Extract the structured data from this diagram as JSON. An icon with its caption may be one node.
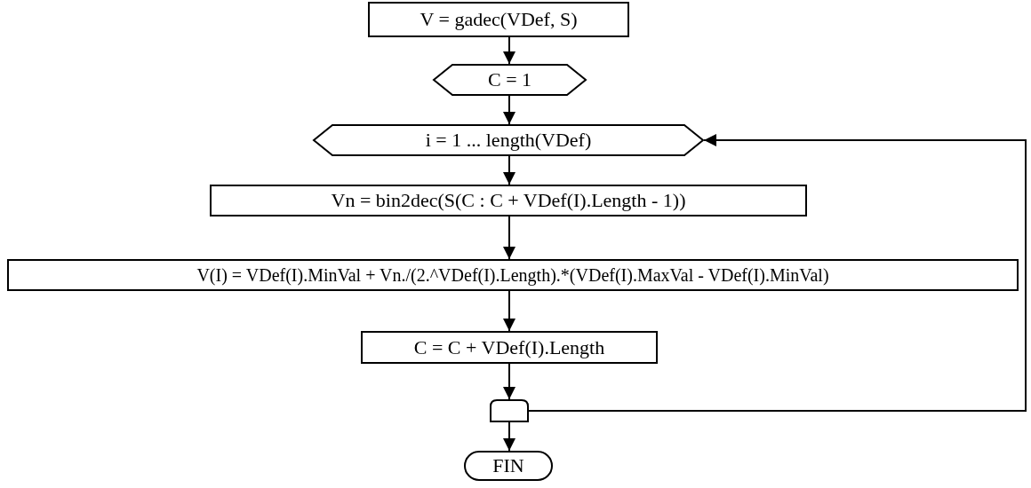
{
  "diagram": {
    "nodes": [
      {
        "text": [
          "V = gadec(VDef, S)"
        ]
      },
      {
        "text": [
          "C = 1"
        ]
      },
      {
        "text": [
          "i = 1 ... length(VDef)"
        ]
      },
      {
        "text": [
          "Vn = bin2dec(S(C : C + VDef(I).Length - 1))"
        ]
      },
      {
        "text": [
          "V(I) = VDef(I).MinVal + Vn./(2.^VDef(I).Length).*(VDef(I).MaxVal - VDef(I).MinVal)"
        ]
      },
      {
        "text": [
          "C = C + VDef(I).Length"
        ]
      },
      {
        "text": [],
        "shape": "box"
      },
      {
        "text": [
          "FIN"
        ]
      }
    ],
    "edges": [
      {
        "from": 0,
        "to": 1,
        "arrow": "to"
      },
      {
        "from": 1,
        "to": 2,
        "arrow": "to"
      },
      {
        "from": 2,
        "to": 3,
        "arrow": "to"
      },
      {
        "from": 3,
        "to": 4,
        "arrow": "to"
      },
      {
        "from": 4,
        "to": 5,
        "arrow": "to"
      },
      {
        "from": 5,
        "to": 6,
        "arrow": "to"
      },
      {
        "from": 6,
        "to": 2,
        "arrow": "to"
      },
      {
        "from": 6,
        "to": 7,
        "arrow": "to"
      }
    ]
  }
}
